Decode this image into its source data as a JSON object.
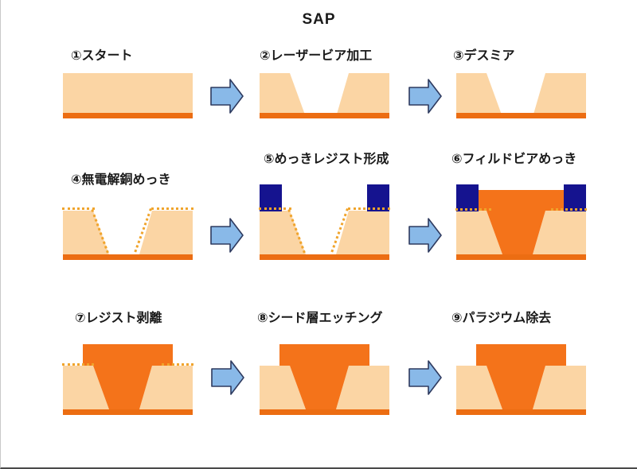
{
  "title": "SAP",
  "steps": [
    {
      "label": "①スタート"
    },
    {
      "label": "②レーザービア加工"
    },
    {
      "label": "③デスミア"
    },
    {
      "label": "④無電解銅めっき"
    },
    {
      "label": "⑤めっきレジスト形成"
    },
    {
      "label": "⑥フィルドビアめっき"
    },
    {
      "label": "⑦レジスト剥離"
    },
    {
      "label": "⑧シード層エッチング"
    },
    {
      "label": "⑨パラジウム除去"
    }
  ],
  "icons": {
    "arrow": "right-block-arrow"
  },
  "colors": {
    "text": "#1a1a1a",
    "substrate": "#fbd5a4",
    "copper": "#f4731a",
    "copper_bar": "#ec6d12",
    "resist": "#15138f",
    "seed_dot": "#f0a42c",
    "arrow_fill": "#89b9e8",
    "arrow_stroke": "#2e3a5f"
  }
}
